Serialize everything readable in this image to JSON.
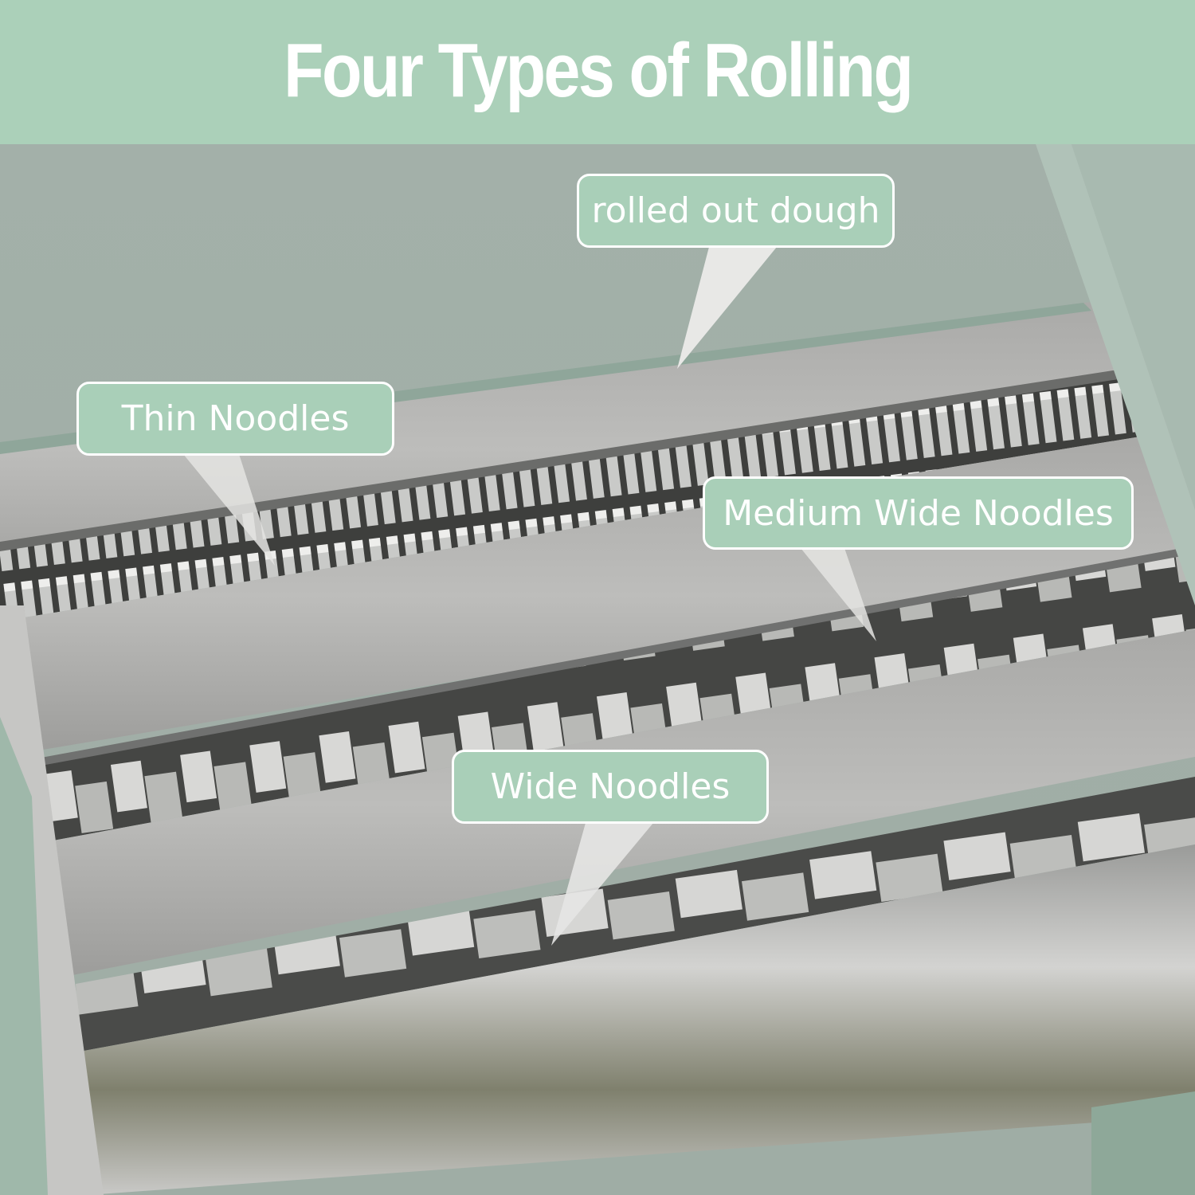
{
  "header": {
    "title": "Four Types of Rolling",
    "background_color": "#abd0b9",
    "text_color": "#ffffff"
  },
  "callouts": [
    {
      "id": "rolled-out-dough",
      "label": "rolled out dough",
      "fill_color": "#a9cfb8",
      "border_color": "#ffffff"
    },
    {
      "id": "thin-noodles",
      "label": "Thin Noodles",
      "fill_color": "#a9cfb8",
      "border_color": "#ffffff"
    },
    {
      "id": "medium-wide-noodles",
      "label": "Medium Wide Noodles",
      "fill_color": "#a9cfb8",
      "border_color": "#ffffff"
    },
    {
      "id": "wide-noodles",
      "label": "Wide Noodles",
      "fill_color": "#a9cfb8",
      "border_color": "#ffffff"
    }
  ],
  "photo": {
    "subject": "pasta-machine-rollers",
    "frame_color": "#9fb3a8",
    "metal_color": "#b8b8b6"
  }
}
